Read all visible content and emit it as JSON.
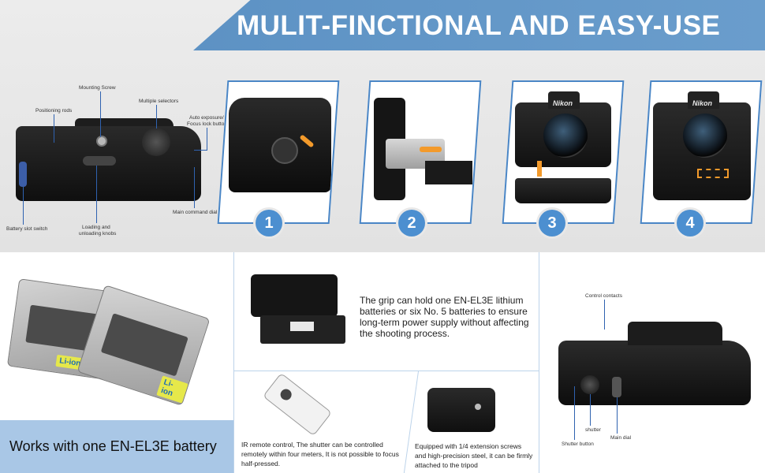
{
  "banner": {
    "title": "MULIT-FINCTIONAL AND EASY-USE",
    "color": "#5d92c4"
  },
  "anatomy": {
    "labels": {
      "mounting_screw": "Mounting Screw",
      "positioning_rods": "Positioning rods",
      "multiple_selectors": "Multiple selectors",
      "auto_exposure": "Auto exposure/",
      "focus_lock": "Focus lock button",
      "main_command_dial": "Main command dial",
      "battery_slot_switch": "Battery slot switch",
      "loading_1": "Loading and",
      "loading_2": "unloading knobs"
    }
  },
  "steps": [
    {
      "number": "1"
    },
    {
      "number": "2"
    },
    {
      "number": "3",
      "brand": "Nikon"
    },
    {
      "number": "4",
      "brand": "Nikon"
    }
  ],
  "battery_panel": {
    "caption": "Works with one EN-EL3E battery",
    "badge": "Li-ion"
  },
  "holder_panel": {
    "caption": "The grip can hold one EN-EL3E lithium batteries or six No. 5 batteries to ensure long-term power supply without affecting the shooting process."
  },
  "remote_panel": {
    "caption": "IR remote control,  The shutter can be controlled remotely within four meters, It is not possible to focus half-pressed."
  },
  "screw_panel": {
    "caption": "Equipped with 1/4 extension screws and high-precision steel, it can be firmly attached to the tripod"
  },
  "grip_panel": {
    "labels": {
      "control_contacts": "Control contacts",
      "shutter": "shutter",
      "main_dial": "Main dial",
      "shutter_button": "Shutter button"
    }
  }
}
